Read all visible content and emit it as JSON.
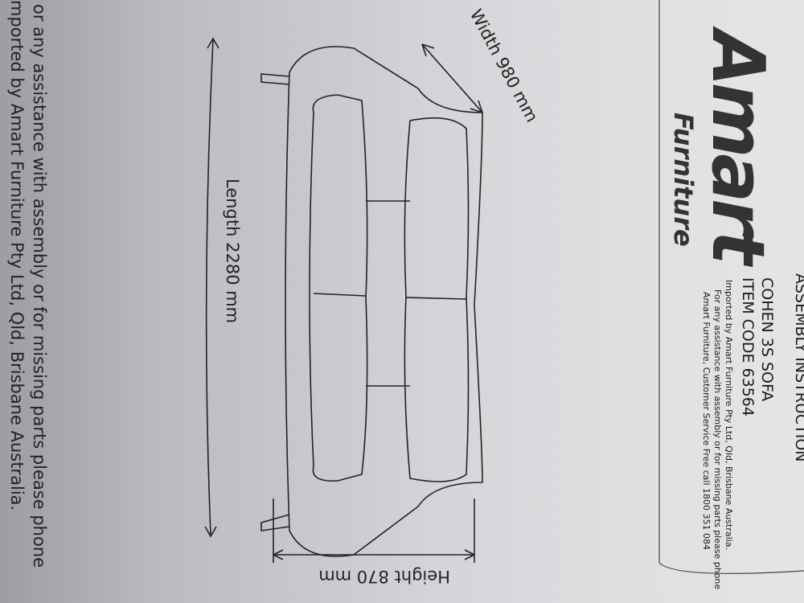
{
  "document": {
    "brand": {
      "name": "Amart",
      "sub": "Furniture"
    },
    "header": {
      "title": "ASSEMBLY INSTRUCTION",
      "product": "COHEN 3S SOFA",
      "item_code": "ITEM CODE 63564",
      "info_lines": [
        "Imported by Amart Furniture Pty Ltd, Qld, Brisbane Australia.",
        "For any assistance with assembly or for missing parts please phone",
        "Amart Furniture, Customer Service Free call 1800 351 084"
      ]
    },
    "dimensions": {
      "width": "Width 980 mm",
      "length": "Length 2280 mm",
      "height": "Height 870 mm"
    },
    "back_page_lines": [
      "mported by Amart Furniture Pty Ltd, Qld, Brisbane Australia.",
      "or any assistance with assembly or for missing parts please phone"
    ]
  }
}
